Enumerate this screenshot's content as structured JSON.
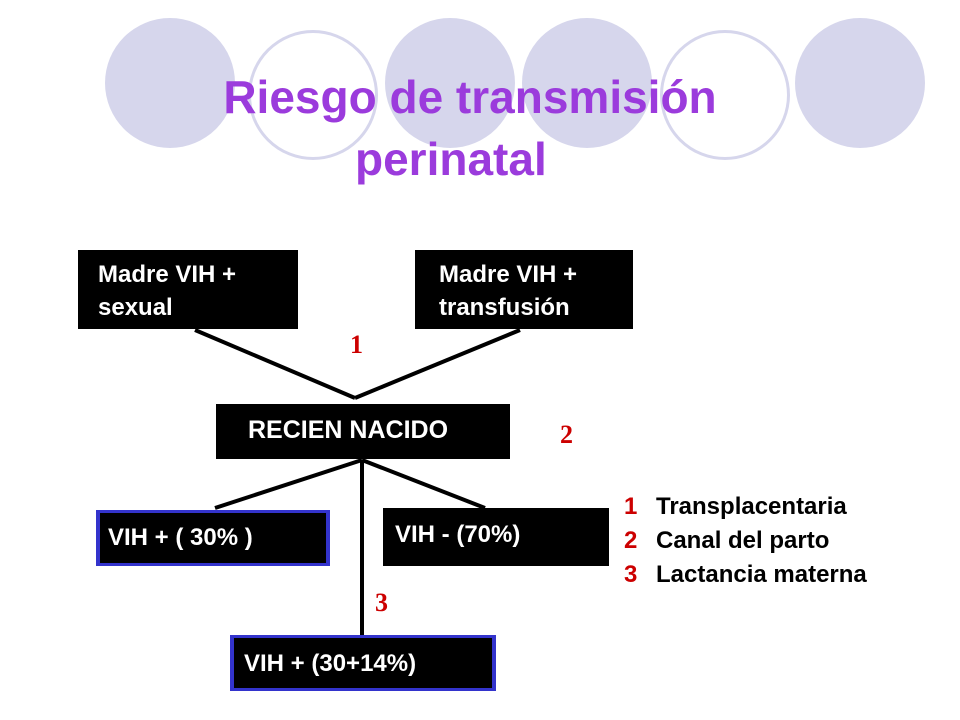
{
  "title": {
    "line1": "Riesgo de transmisión",
    "line2": "perinatal"
  },
  "boxes": {
    "madre_sexual": {
      "line1": "Madre VIH +",
      "line2": "sexual"
    },
    "madre_transfusion": {
      "line1": "Madre VIH +",
      "line2": "transfusión"
    },
    "recien_nacido": "RECIEN NACIDO",
    "vih_pos": "VIH  +  ( 30% )",
    "vih_neg": "VIH - (70%)",
    "vih_pos_total": "VIH + (30+14%)"
  },
  "route_numbers": [
    "1",
    "2",
    "3"
  ],
  "legend": [
    {
      "num": "1",
      "label": "Transplacentaria"
    },
    {
      "num": "2",
      "label": "Canal del parto"
    },
    {
      "num": "3",
      "label": "Lactancia materna"
    }
  ],
  "colors": {
    "title": "#9b3bdc",
    "route_number": "#cc0000",
    "box": "#000000",
    "box_edge": "#3333cc",
    "circle": "#d6d6ec"
  }
}
